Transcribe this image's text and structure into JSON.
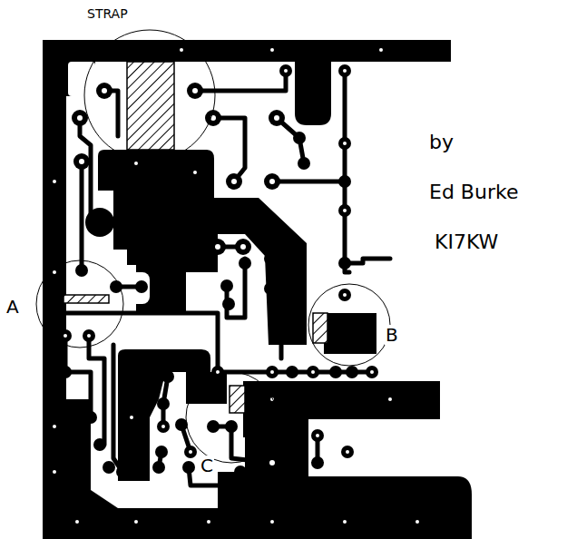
{
  "diagram": {
    "labels": [
      "STRAP",
      "by",
      "Ed Burke",
      "KI7KW",
      "A",
      "B",
      "C"
    ]
  }
}
